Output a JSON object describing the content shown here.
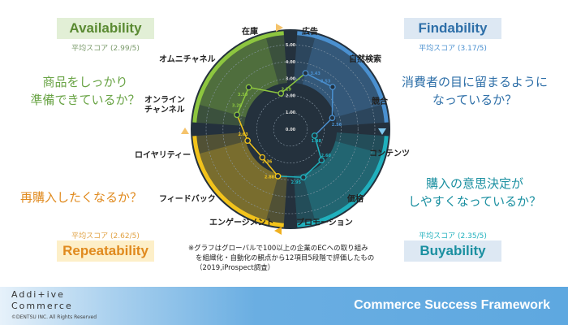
{
  "categories": [
    {
      "name": "Availability",
      "avg": "平均スコア (2.99/5)",
      "question": [
        "商品をしっかり",
        "準備できているか？"
      ],
      "color": "#8dc63f",
      "box": "#e2efd6",
      "text": "#5a8a32"
    },
    {
      "name": "Findability",
      "avg": "平均スコア (3.17/5)",
      "question": [
        "消費者の目に留まるように",
        "なっているか？"
      ],
      "color": "#4a90d0",
      "box": "#dde8f3",
      "text": "#2e6fa8"
    },
    {
      "name": "Repeatability",
      "avg": "平均スコア (2.62/5)",
      "question": [
        "再購入したくなるか？"
      ],
      "color": "#f2c31b",
      "box": "#fdefc8",
      "text": "#e08a1e"
    },
    {
      "name": "Buyability",
      "avg": "平均スコア (2.35/5)",
      "question": [
        "購入の意思決定が",
        "しやすくなっているか？"
      ],
      "color": "#1fb0bd",
      "box": "#dde8f3",
      "text": "#1a8fa0"
    }
  ],
  "chart_data": {
    "type": "radar",
    "rlim": [
      0,
      5
    ],
    "ticks": [
      "0.00",
      "1.00",
      "2.00",
      "3.00",
      "4.00",
      "5.00"
    ],
    "axes": [
      "広告",
      "自然検索",
      "競合",
      "コンテンツ",
      "価格",
      "プロモーション",
      "エンゲージメント",
      "フィードバック",
      "ロイヤリティー",
      "オンライン チャンネル",
      "オムニチャネル",
      "在庫"
    ],
    "values": [
      3.43,
      3.53,
      2.56,
      1.48,
      2.6,
      2.95,
      2.88,
      2.36,
      2.63,
      3.28,
      3.5,
      2.19
    ],
    "value_labels": [
      "3.43",
      "3.53",
      "2.56",
      "1.48",
      "2.60",
      "2.95",
      "2.88",
      "2.36",
      "2.63",
      "3.28",
      "3.50",
      "2.19"
    ],
    "groups": [
      "Findability",
      "Findability",
      "Findability",
      "Buyability",
      "Buyability",
      "Buyability",
      "Repeatability",
      "Repeatability",
      "Repeatability",
      "Availability",
      "Availability",
      "Availability"
    ]
  },
  "note": [
    "※グラフはグローバルで100以上の企業のECへの取り組み",
    "を組織化・自動化の観点から12項目5段階で評価したもの",
    "（2019,iProspect調査）"
  ],
  "footer": {
    "logo_line1": "Addi+ive",
    "logo_line2": "Commerce",
    "copyright": "©DENTSU INC. All Rights Reserved",
    "title": "Commerce Success Framework"
  }
}
